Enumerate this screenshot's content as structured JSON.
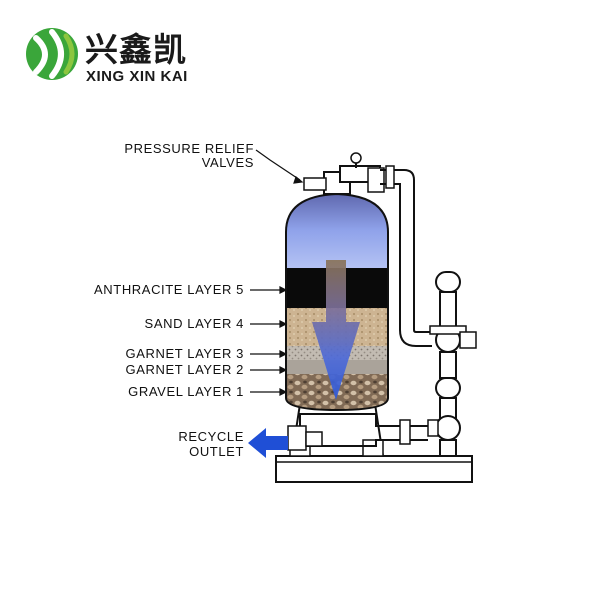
{
  "brand": {
    "name_cn": "兴鑫凯",
    "name_en": "XING XIN KAI",
    "logo_colors": {
      "primary": "#3aa63a",
      "light": "#8cc63f"
    }
  },
  "diagram": {
    "labels": {
      "pressure_relief": [
        "PRESSURE RELIEF",
        "VALVES"
      ],
      "anthracite": "ANTHRACITE LAYER 5",
      "sand": "SAND LAYER 4",
      "garnet3": "GARNET LAYER 3",
      "garnet2": "GARNET LAYER 2",
      "gravel": "GRAVEL LAYER 1",
      "recycle": [
        "RECYCLE",
        "OUTLET"
      ]
    },
    "colors": {
      "water": "#7b8fe0",
      "anthracite": "#0a0a0a",
      "sand": "#c9b08c",
      "garnet": "#b8b0a4",
      "gravel": "#7a6652",
      "flow_arrow": "#2f5ad8",
      "outlet_arrow": "#1f4fd6"
    }
  }
}
